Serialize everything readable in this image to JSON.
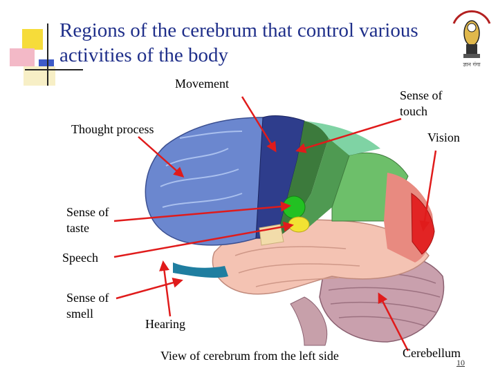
{
  "slide": {
    "title": "Regions of the cerebrum that control various activities of the body",
    "logo_text": "ज्ञान गंगा",
    "footer_caption": "View of cerebrum from the left side",
    "page_number": "10"
  },
  "labels": {
    "movement": "Movement",
    "thought": "Thought process",
    "taste_1": "Sense of",
    "taste_2": "taste",
    "speech": "Speech",
    "smell_1": "Sense of",
    "smell_2": "smell",
    "hearing": "Hearing",
    "touch_1": "Sense of",
    "touch_2": "touch",
    "vision": "Vision",
    "cerebellum": "Cerebellum"
  },
  "colors": {
    "title": "#1f2f8a",
    "arrow": "#e01b1b",
    "frontal": "#6b87cf",
    "motor": "#2e3d8c",
    "premotor": "#3c7a3c",
    "sensory": "#4f9a52",
    "parietal": "#6dbf6a",
    "association": "#7fd3a4",
    "occipital": "#e88a80",
    "vision": "#e22424",
    "temporal": "#f4c3b3",
    "cerebellum": "#c9a0ad",
    "taste": "#22c122",
    "speech": "#f2e233"
  }
}
